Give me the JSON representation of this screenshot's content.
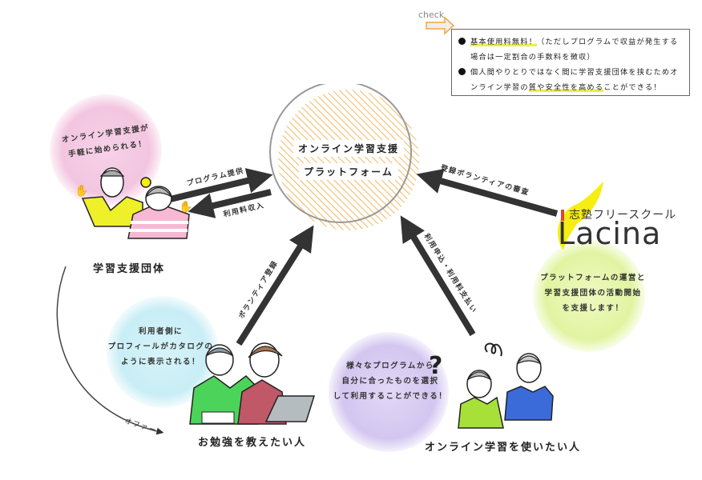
{
  "check": {
    "label": "check",
    "items": [
      {
        "highlight": "基本使用料無料！",
        "rest": "（ただしプログラムで収益が発生する",
        "cont": "場合は一定割合の手数料を徴収）"
      },
      {
        "line1": "個人間やりとりではなく間に学習支援団体を挟むためオ",
        "pre": "ンライン学習の",
        "highlight": "質や安全性を高める",
        "post": "ことができる！"
      }
    ]
  },
  "hub": {
    "line1": "オンライン学習支援",
    "line2": "プラットフォーム"
  },
  "organization": {
    "bubble": [
      "オンライン学習支援が",
      "手軽に始められる！"
    ],
    "label": "学習支援団体"
  },
  "teachers": {
    "bubble": [
      "利用者側に",
      "プロフィールがカタログの",
      "ように表示される！"
    ],
    "label": "お勉強を教えたい人"
  },
  "learners": {
    "bubble": [
      "様々なプログラムから",
      "自分に合ったものを選択",
      "して利用することができる！"
    ],
    "label": "オンライン学習を使いたい人"
  },
  "lacina": {
    "subtitle": "志塾フリースクール",
    "name": "Lacina",
    "bubble": [
      "プラットフォームの運営と",
      "学習支援団体の活動開始",
      "を支援します！"
    ]
  },
  "arrows": {
    "program": "プログラム提供",
    "fee_income": "利用料収入",
    "volunteer_review": "登録ボランティアの審査",
    "volunteer_register": "ボランティア登録",
    "apply_pay": "利用申込・利用料支払い",
    "offer": "オファー"
  },
  "colors": {
    "accent_orange": "#f4a53a",
    "highlight_yellow": "#e8f04a",
    "arrow_dark": "#333333",
    "pink": "#f3c5e0",
    "cyan": "#c9eef6",
    "purple": "#d8ccf2",
    "lime": "#e4f5a8",
    "logo_yellow": "#f6ee12",
    "logo_red": "#e2452a"
  }
}
